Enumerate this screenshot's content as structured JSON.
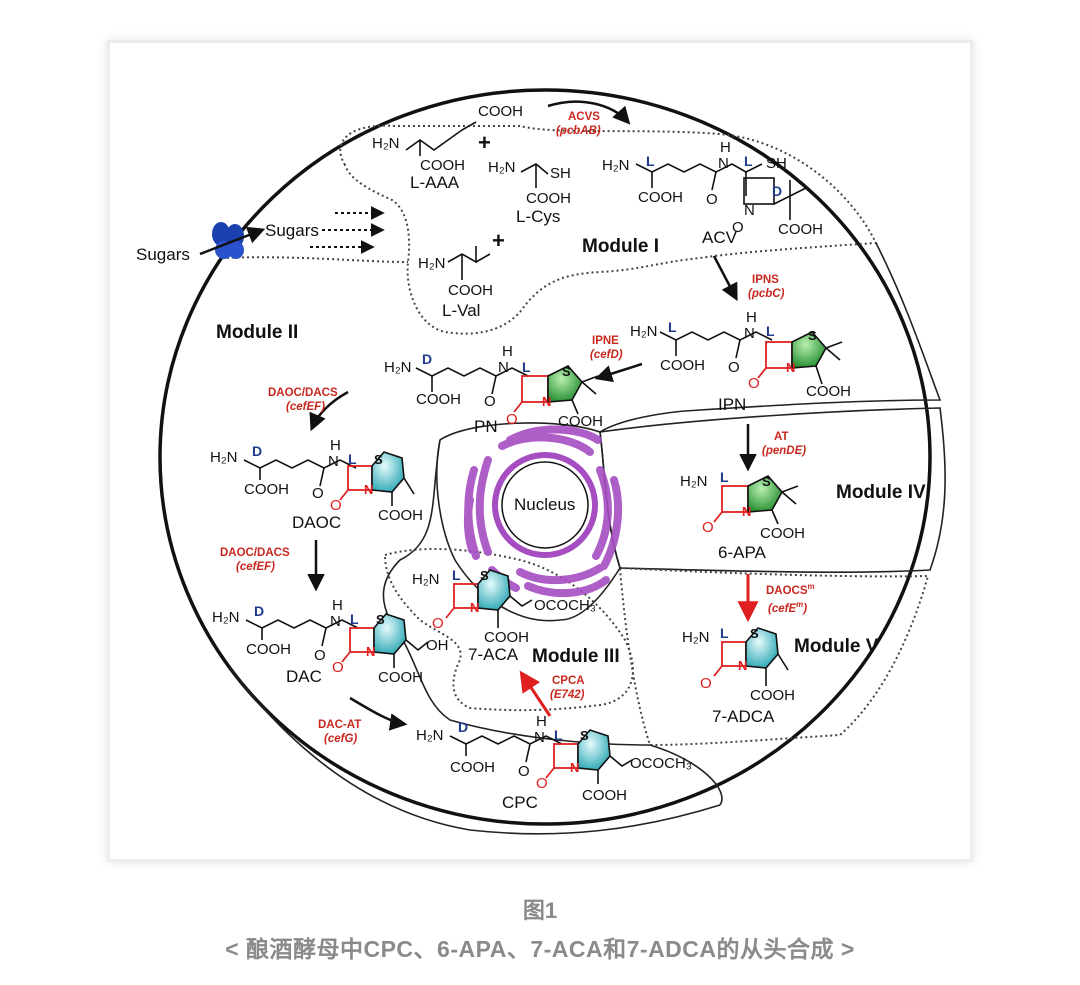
{
  "modules": {
    "m1": "Module I",
    "m2": "Module II",
    "m3": "Module III",
    "m4": "Module IV",
    "m5": "Module V"
  },
  "nucleus": "Nucleus",
  "sugars": {
    "outside": "Sugars",
    "inside": "Sugars"
  },
  "compounds": {
    "laaa": "L-AAA",
    "lcys": "L-Cys",
    "lval": "L-Val",
    "acv": "ACV",
    "ipn": "IPN",
    "pn": "PN",
    "daoc": "DAOC",
    "dac": "DAC",
    "cpc": "CPC",
    "apa": "6-APA",
    "aca": "7-ACA",
    "adca": "7-ADCA"
  },
  "enzymes": {
    "acvs": {
      "name": "ACVS",
      "gene": "(pcbAB)"
    },
    "ipns": {
      "name": "IPNS",
      "gene": "(pcbC)"
    },
    "ipne": {
      "name": "IPNE",
      "gene": "(cefD)"
    },
    "daocs1": {
      "name": "DAOC/DACS",
      "gene": "(cefEF)"
    },
    "daocs2": {
      "name": "DAOC/DACS",
      "gene": "(cefEF)"
    },
    "dacat": {
      "name": "DAC-AT",
      "gene": "(cefG)"
    },
    "at": {
      "name": "AT",
      "gene": "(penDE)"
    },
    "daocsm": {
      "name": "DAOCS",
      "sup": "m",
      "gene_pre": "(cefE",
      "gene_post": ")"
    },
    "cpca": {
      "name": "CPCA",
      "gene": "(E742)"
    }
  },
  "chem": {
    "cooh": "COOH",
    "h2n": "H₂N",
    "sh": "SH",
    "plus": "+",
    "s": "S",
    "n": "N",
    "o": "O",
    "h": "H",
    "oh": "OH",
    "ococh3": "OCOCH₃",
    "L": "L",
    "D": "D"
  },
  "caption": {
    "title": "图1",
    "subtitle": "<  酿酒酵母中CPC、6-APA、7-ACA和7-ADCA的从头合成  >"
  },
  "colors": {
    "enzyme_red": "#c8281e",
    "stereo_blue": "#1f3a8a",
    "nucleus_purple": "#a64dc2",
    "thiazolidine_green": "#2fa63a",
    "dihydrothiazine_cyan": "#4fc3c8",
    "transporter_blue": "#1a3fae"
  }
}
